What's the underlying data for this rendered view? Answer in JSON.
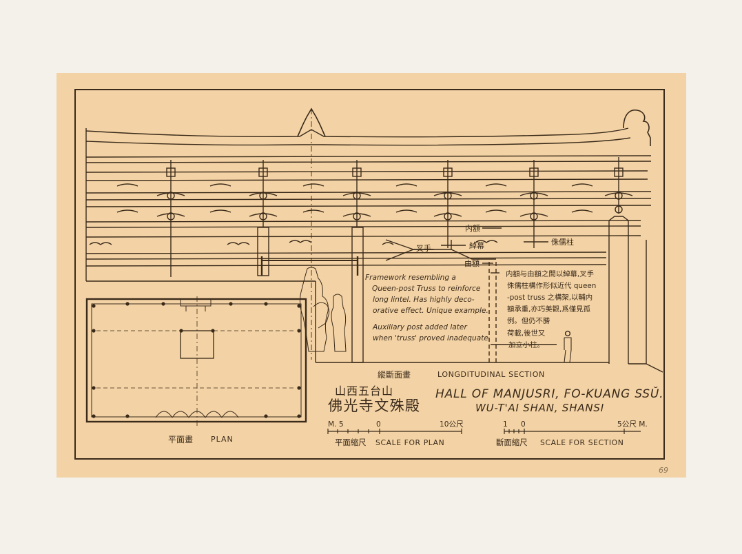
{
  "section_labels": {
    "nei_e": "内額",
    "chashou": "叉手",
    "tuomu": "綽幕",
    "zhuru": "侏儒柱",
    "you_e": "由額"
  },
  "notes": {
    "en": [
      "Framework resembling a",
      "Queen-post Truss to reinforce",
      "long lintel.  Has highly deco-",
      "orative effect.  Unique example."
    ],
    "en2": [
      "Auxiliary post added later",
      "when 'truss' proved inadequate."
    ],
    "zh": [
      "内額与由額之間以綽幕,叉手",
      "侏儒柱構作形似近代 queen",
      "-post truss 之構架,以輔内",
      "額承重,亦巧美觀,爲僅見孤",
      "例。但仍不勝",
      "荷載,後世又",
      "加立小柱。"
    ]
  },
  "captions": {
    "long_section_zh": "縱斷面畫",
    "long_section_en": "LONGDITUDINAL SECTION",
    "title_zh_1": "山西五台山",
    "title_zh_2": "佛光寺文殊殿",
    "title_en_1": "HALL OF MANJUSRI, FO-KUANG SSŬ.",
    "title_en_2": "WU-T'AI SHAN, SHANSI",
    "plan_zh": "平面畫",
    "plan_en": "PLAN"
  },
  "scales": {
    "plan_ticks": [
      "M. 5",
      "0",
      "10公尺"
    ],
    "plan_zh": "平面縮尺",
    "plan_en": "SCALE FOR PLAN",
    "section_ticks": [
      "1",
      "0",
      "5公尺 M."
    ],
    "section_zh": "斷面縮尺",
    "section_en": "SCALE FOR SECTION"
  },
  "sheet_number": "69",
  "colors": {
    "paper": "#f4f1ea",
    "sheet": "#f3d3a5",
    "ink": "#3a2a1a"
  }
}
